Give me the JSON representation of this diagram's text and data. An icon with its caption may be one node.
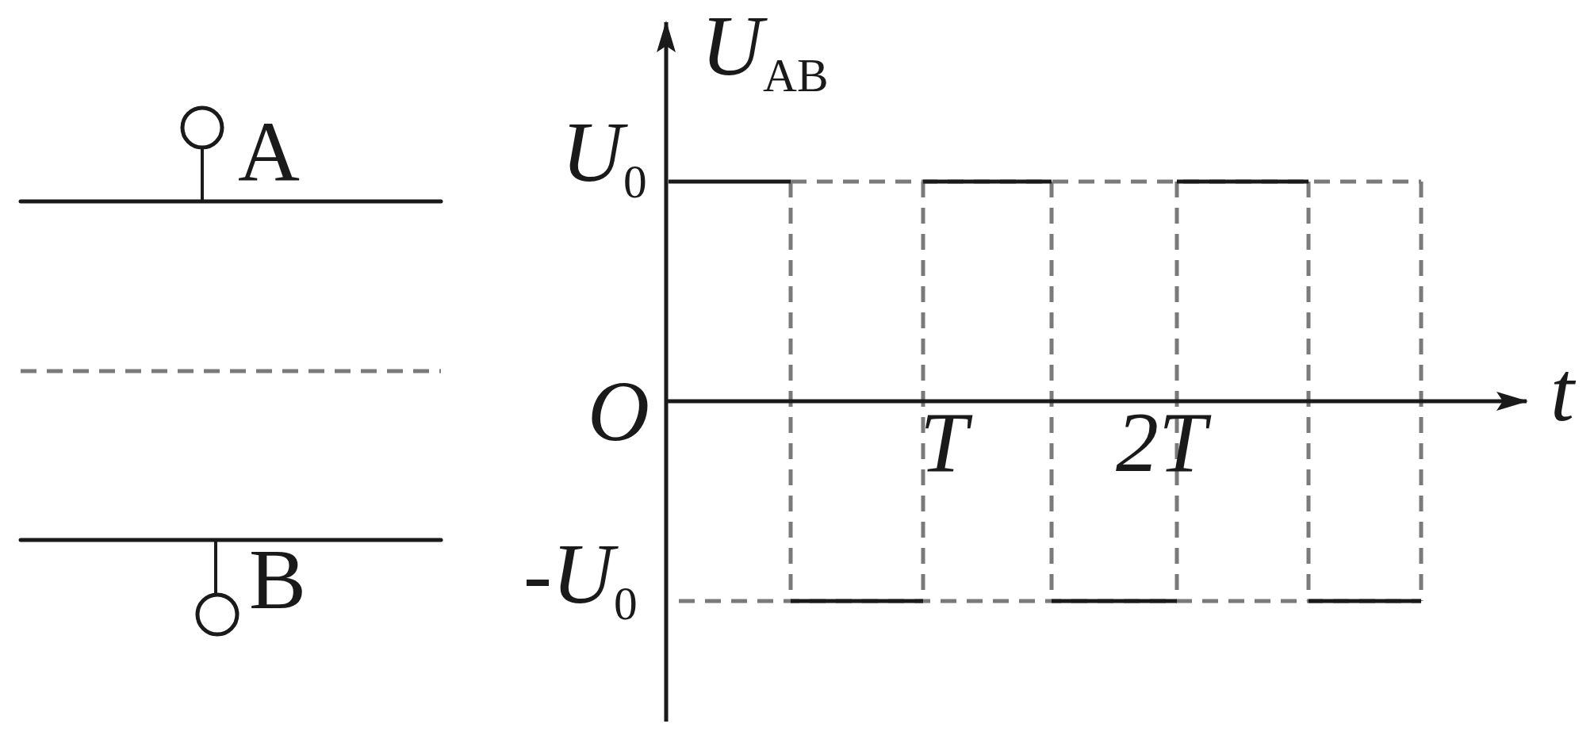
{
  "diagram": {
    "labels": [
      "A",
      "B",
      "*U*$_{AB}$",
      "*U*$_{0}$",
      "O",
      "T",
      "2T",
      "-*U*$_{0}$",
      "t"
    ]
  }
}
